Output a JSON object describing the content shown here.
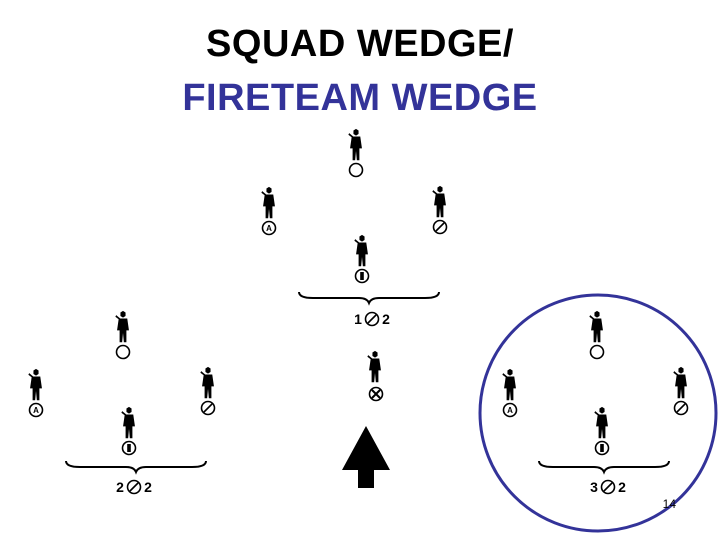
{
  "title": {
    "line1": "SQUAD WEDGE/",
    "line2": "FIRETEAM WEDGE",
    "line2_color": "#333399"
  },
  "diagram": {
    "fireteams": [
      {
        "label_left": "1",
        "label_right": "2"
      },
      {
        "label_left": "2",
        "label_right": "2"
      },
      {
        "label_left": "3",
        "label_right": "2"
      }
    ],
    "squad_leader_symbol": "circle-x-icon",
    "direction": "up-arrow-icon",
    "highlight_ring_color": "#333399",
    "symbols": {
      "team_leader": "circle-icon",
      "automatic_rifleman": "circle-a-icon",
      "grenadier": "circle-slash-icon",
      "rifleman": "circle-bar-icon"
    }
  },
  "page_number": "14"
}
